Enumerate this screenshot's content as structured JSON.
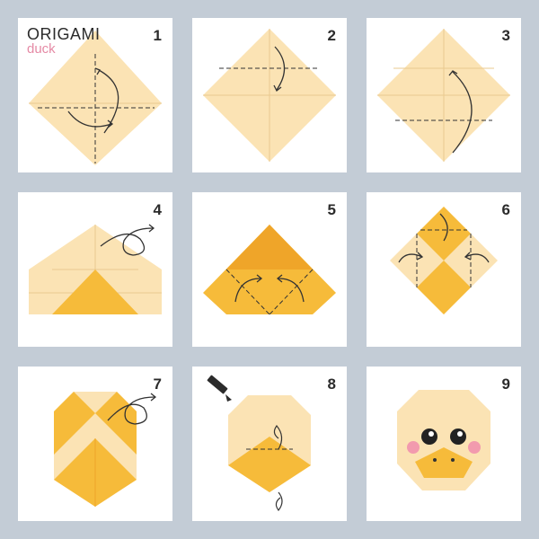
{
  "title": "ORIGAMI",
  "subtitle": "duck",
  "colors": {
    "background": "#c3ccd6",
    "panel": "#ffffff",
    "paper_light": "#fbe3b4",
    "paper_orange": "#f6bb3a",
    "paper_orange_dark": "#efa529",
    "crease": "#e9c98f",
    "fold_line": "#333333",
    "blush": "#f29aae"
  },
  "steps": [
    {
      "number": "1",
      "icon": "diamond-fold-down-arrow-icon"
    },
    {
      "number": "2",
      "icon": "fold-arrow-icon"
    },
    {
      "number": "3",
      "icon": "fold-arrow-icon"
    },
    {
      "number": "4",
      "icon": "flip-over-arrow-icon"
    },
    {
      "number": "5",
      "icon": "fold-corners-arrow-icon"
    },
    {
      "number": "6",
      "icon": "fold-sides-arrow-icon"
    },
    {
      "number": "7",
      "icon": "flip-over-arrow-icon"
    },
    {
      "number": "8",
      "icon": "pencil-icon"
    },
    {
      "number": "9",
      "icon": "duck-face-icon"
    }
  ]
}
